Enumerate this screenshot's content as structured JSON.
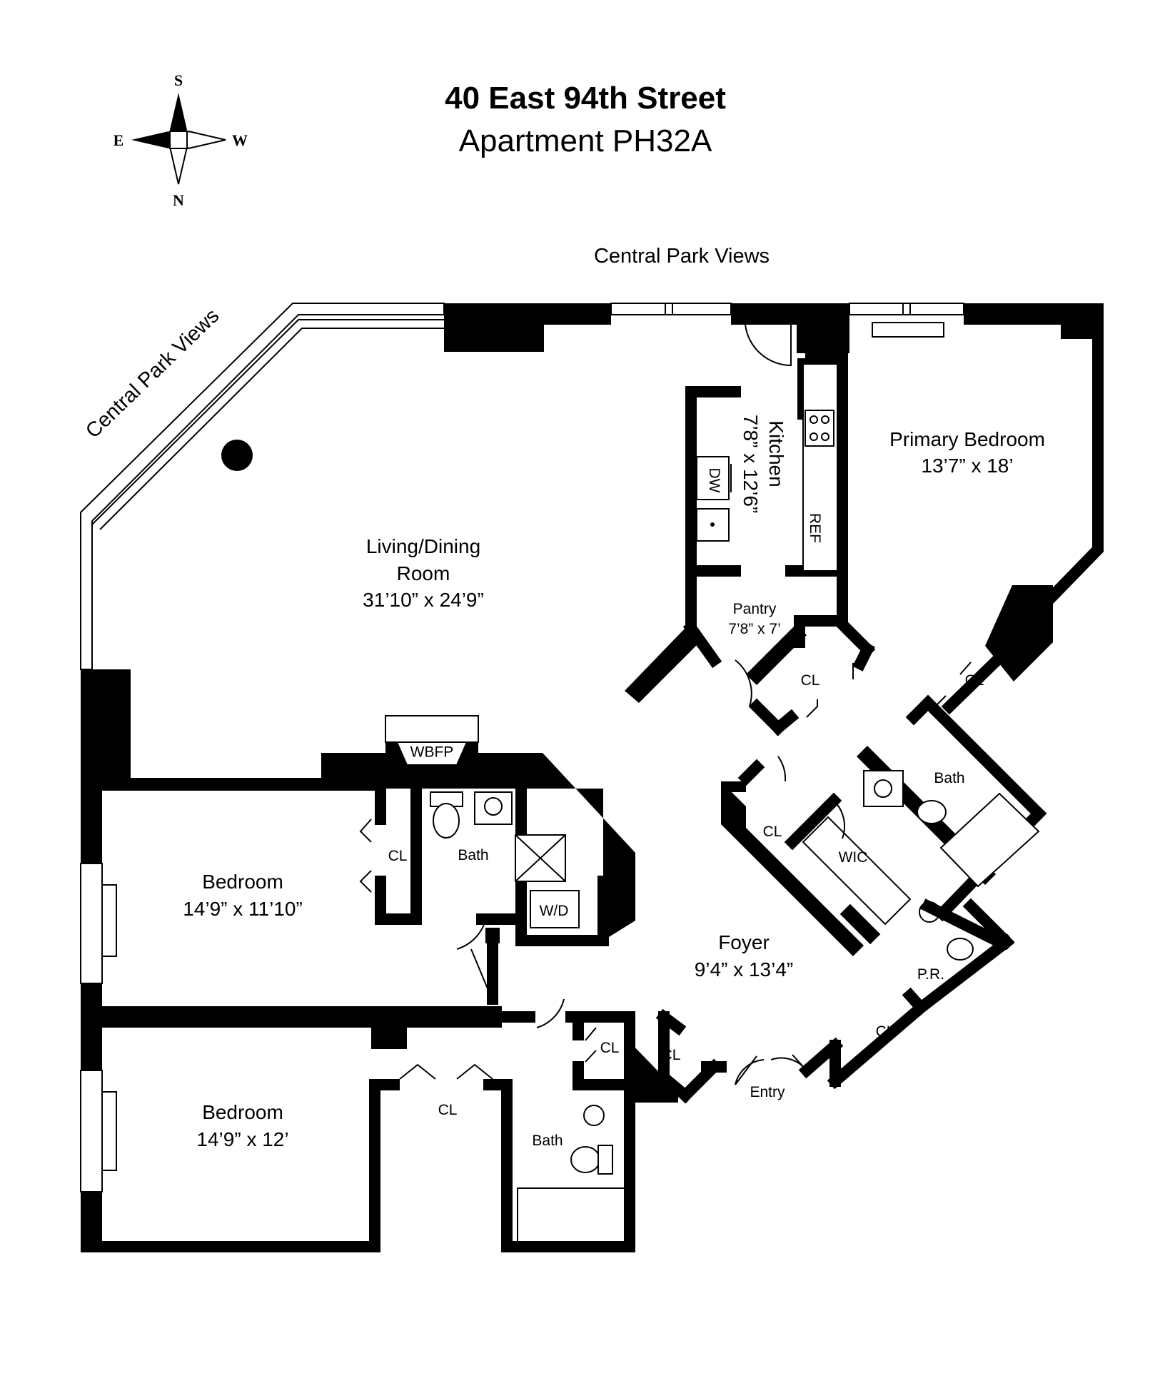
{
  "header": {
    "address": "40 East 94th Street",
    "unit": "Apartment PH32A"
  },
  "compass": {
    "s": "S",
    "e": "E",
    "w": "W",
    "n": "N"
  },
  "views": {
    "top": "Central Park Views",
    "diagonal": "Central Park Views"
  },
  "rooms": {
    "living_name_1": "Living/Dining",
    "living_name_2": "Room",
    "living_dims": "31’10” x 24’9”",
    "kitchen_name": "Kitchen",
    "kitchen_dims": "7’8” x 12’6”",
    "primary_name": "Primary Bedroom",
    "primary_dims": "13’7” x 18’",
    "pantry_name": "Pantry",
    "pantry_dims": "7’8” x 7’",
    "bedroom1_name": "Bedroom",
    "bedroom1_dims": "14’9” x 11’10”",
    "bedroom2_name": "Bedroom",
    "bedroom2_dims": "14’9” x 12’",
    "foyer_name": "Foyer",
    "foyer_dims": "9’4” x 13’4”"
  },
  "labels": {
    "dw": "DW",
    "ref": "REF",
    "wbfp": "WBFP",
    "wd": "W/D",
    "wic": "WIC",
    "pr": "P.R.",
    "entry": "Entry",
    "bath": "Bath",
    "cl": "CL"
  }
}
